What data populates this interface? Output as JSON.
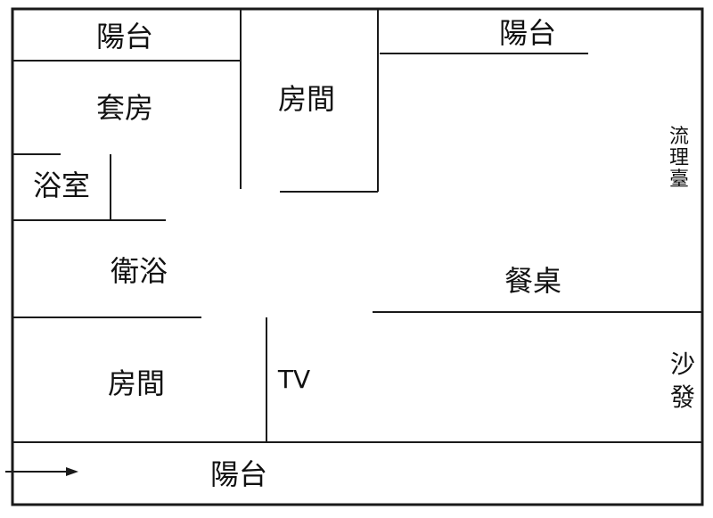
{
  "colors": {
    "wall": "#1a1a1a",
    "text": "#111111",
    "background": "#ffffff"
  },
  "labels": {
    "balcony_top_left": "陽台",
    "balcony_top_right": "陽台",
    "balcony_bottom": "陽台",
    "suite": "套房",
    "bathroom_suite": "浴室",
    "room_top": "房間",
    "room_bottom": "房間",
    "bathroom": "衛浴",
    "dining_table": "餐桌",
    "tv": "TV",
    "kitchen_counter": [
      "流",
      "理",
      "臺"
    ],
    "sofa": [
      "沙",
      "發"
    ]
  },
  "icons": {
    "entrance": "entrance-arrow-icon"
  }
}
